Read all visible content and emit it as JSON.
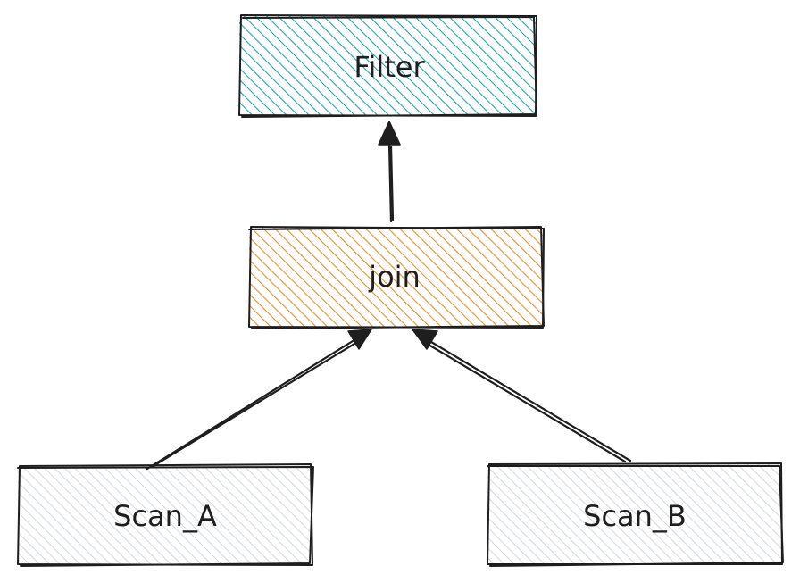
{
  "nodes": {
    "filter": {
      "label": "Filter",
      "color": "#22a3bd"
    },
    "join": {
      "label": "join",
      "color": "#f08c2a"
    },
    "scan_a": {
      "label": "Scan_A",
      "color": "#ced4da"
    },
    "scan_b": {
      "label": "Scan_B",
      "color": "#ced4da"
    }
  },
  "edges": [
    {
      "from": "join",
      "to": "filter"
    },
    {
      "from": "scan_a",
      "to": "join"
    },
    {
      "from": "scan_b",
      "to": "join"
    }
  ],
  "style": {
    "stroke_color": "#1e1e1e",
    "fill_style": "hachure"
  }
}
